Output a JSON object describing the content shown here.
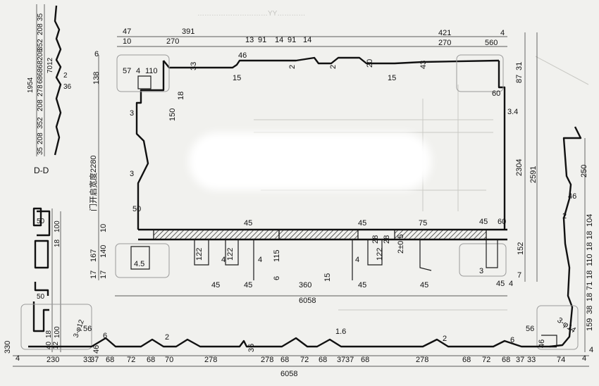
{
  "header": {
    "faint_title": "…………………………YY…………"
  },
  "section": {
    "label": "D-D",
    "door_width": "门开启宽度2280"
  },
  "left_vertical": {
    "top_stack": [
      "35",
      "208",
      "352",
      "208",
      "68",
      "68",
      "68",
      "278",
      "208",
      "352",
      "208",
      "35"
    ],
    "width_1954": "1954",
    "seven_ring": "7012",
    "t36": "36",
    "t2": "2"
  },
  "left_lower": {
    "v50a": "50",
    "v100": "100",
    "v18": "18",
    "v50b": "50",
    "v100b": "100",
    "v18b": "18",
    "v40": "40",
    "v12": "12",
    "phi": "3-φ12",
    "v330": "330",
    "v4": "4"
  },
  "top_dims": {
    "d47": "47",
    "d391": "391",
    "d10": "10",
    "d270a": "270",
    "d13": "13",
    "d91a": "91",
    "d14a": "14",
    "d91b": "91",
    "d14b": "14",
    "d421": "421",
    "d4": "4",
    "d270b": "270",
    "d560": "560",
    "d6": "6",
    "d138": "138",
    "d57": "57",
    "d4b": "4",
    "d110": "110",
    "d33": "33",
    "d46": "46",
    "d15a": "15",
    "d2a": "2",
    "d2b": "2",
    "d20": "20",
    "d15b": "15",
    "d43": "43",
    "d31": "31",
    "d87": "87",
    "d60": "60",
    "d3_4": "3.4",
    "d2304": "2304",
    "d2591": "2591",
    "d18": "18",
    "d150": "150",
    "d3a": "3",
    "d3b": "3",
    "d50": "50"
  },
  "bottom_frame": {
    "d10": "10",
    "d167": "167",
    "d140": "140",
    "d17a": "17",
    "d17b": "17",
    "d4_5": "4.5",
    "d45a": "45",
    "d45b": "45",
    "d45c": "45",
    "d45d": "45",
    "d45e": "45",
    "d45f": "45",
    "d45g": "45",
    "d45h": "45",
    "d122a": "122",
    "d122b": "122",
    "d122c": "122",
    "d4a": "4",
    "d4b": "4",
    "d4c": "4",
    "d115": "115",
    "d6": "6",
    "d360": "360",
    "d15": "15",
    "d28a": "28",
    "d28b": "28",
    "d2_5": "2±0.5",
    "d75": "75",
    "d60b": "60",
    "d152": "152",
    "d7": "7",
    "d3": "3",
    "d6058": "6058",
    "d4d": "4"
  },
  "right_profile": {
    "d250": "250",
    "d46": "46",
    "d2": "2",
    "d104": "104",
    "d18a": "18",
    "d18b": "18",
    "d110": "110",
    "d18c": "18",
    "d71": "71",
    "d18d": "18",
    "d38": "38",
    "d159": "159",
    "d4": "4",
    "phi": "3-φ14",
    "d56": "56",
    "d6": "6",
    "d46b": "46"
  },
  "bottom_profile": {
    "d56": "56",
    "d6a": "6",
    "d46": "46",
    "d2a": "2",
    "d2b": "2",
    "d1_6": "1.6",
    "d36": "36",
    "row": [
      "230",
      "33",
      "37",
      "68",
      "72",
      "68",
      "70",
      "278",
      "278",
      "68",
      "72",
      "68",
      "37",
      "37",
      "68",
      "278",
      "68",
      "72",
      "68",
      "37",
      "33",
      "74"
    ],
    "d4a": "4",
    "d4b": "4",
    "total": "6058"
  }
}
